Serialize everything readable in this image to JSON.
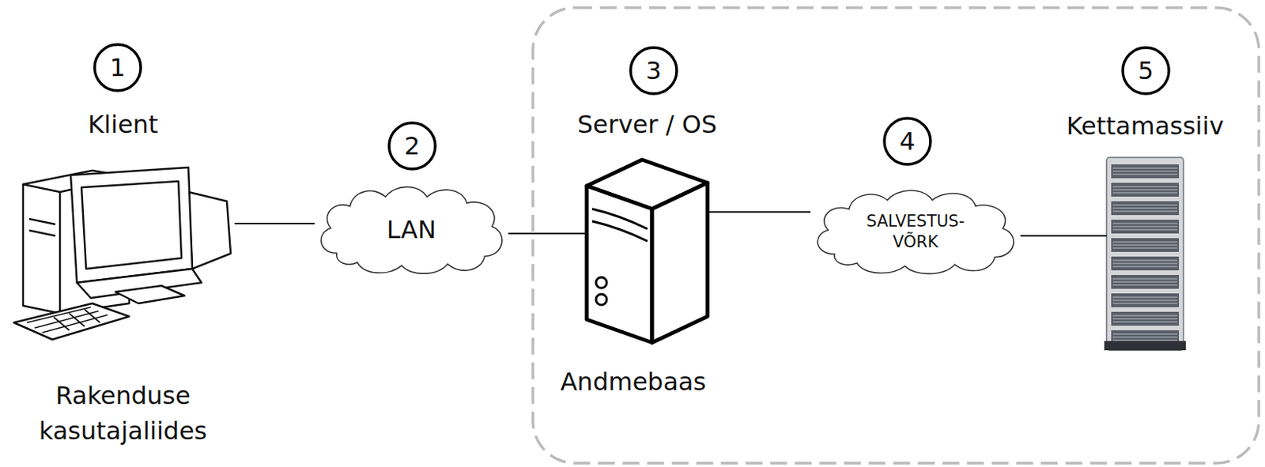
{
  "diagram": {
    "nodes": [
      {
        "text": [
          "Klient",
          "Rakenduse kasutajaliides"
        ]
      },
      {
        "text": [
          "LAN"
        ]
      },
      {
        "text": [
          "Server / OS",
          "Andmebaas"
        ]
      },
      {
        "text": [
          "SALVESTUS- VÕRK"
        ]
      },
      {
        "text": [
          "Kettamassiiv"
        ]
      }
    ],
    "edges": [
      {
        "from": 0,
        "to": 1,
        "arrow": "none"
      },
      {
        "from": 1,
        "to": 2,
        "arrow": "none"
      },
      {
        "from": 2,
        "to": 3,
        "arrow": "none"
      },
      {
        "from": 3,
        "to": 4,
        "arrow": "none"
      }
    ],
    "labels": [
      "1",
      "2",
      "3",
      "4",
      "5"
    ]
  }
}
